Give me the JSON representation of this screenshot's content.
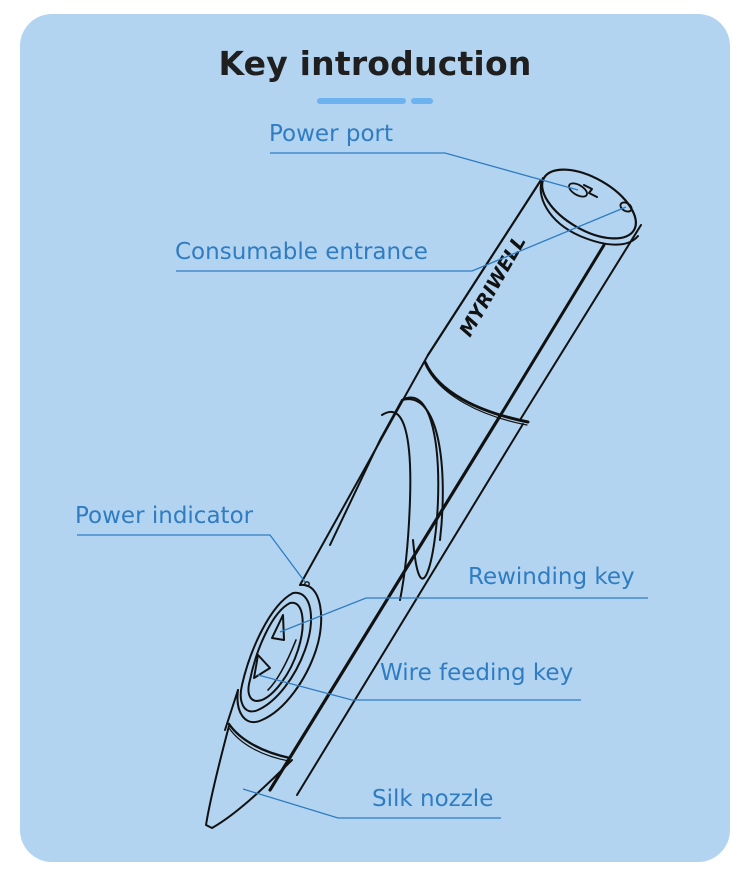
{
  "header": {
    "title": "Key introduction",
    "accent_color": "#6cb2ee"
  },
  "card": {
    "background_color": "#b3d4f0"
  },
  "product": {
    "brand_mark": "MYRIWELL",
    "type": "3D printing pen"
  },
  "labels": {
    "power_port": "Power port",
    "consumable_entrance": "Consumable entrance",
    "power_indicator": "Power indicator",
    "rewinding_key": "Rewinding key",
    "wire_feeding_key": "Wire feeding key",
    "silk_nozzle": "Silk nozzle",
    "color": "#2f7cc2"
  }
}
